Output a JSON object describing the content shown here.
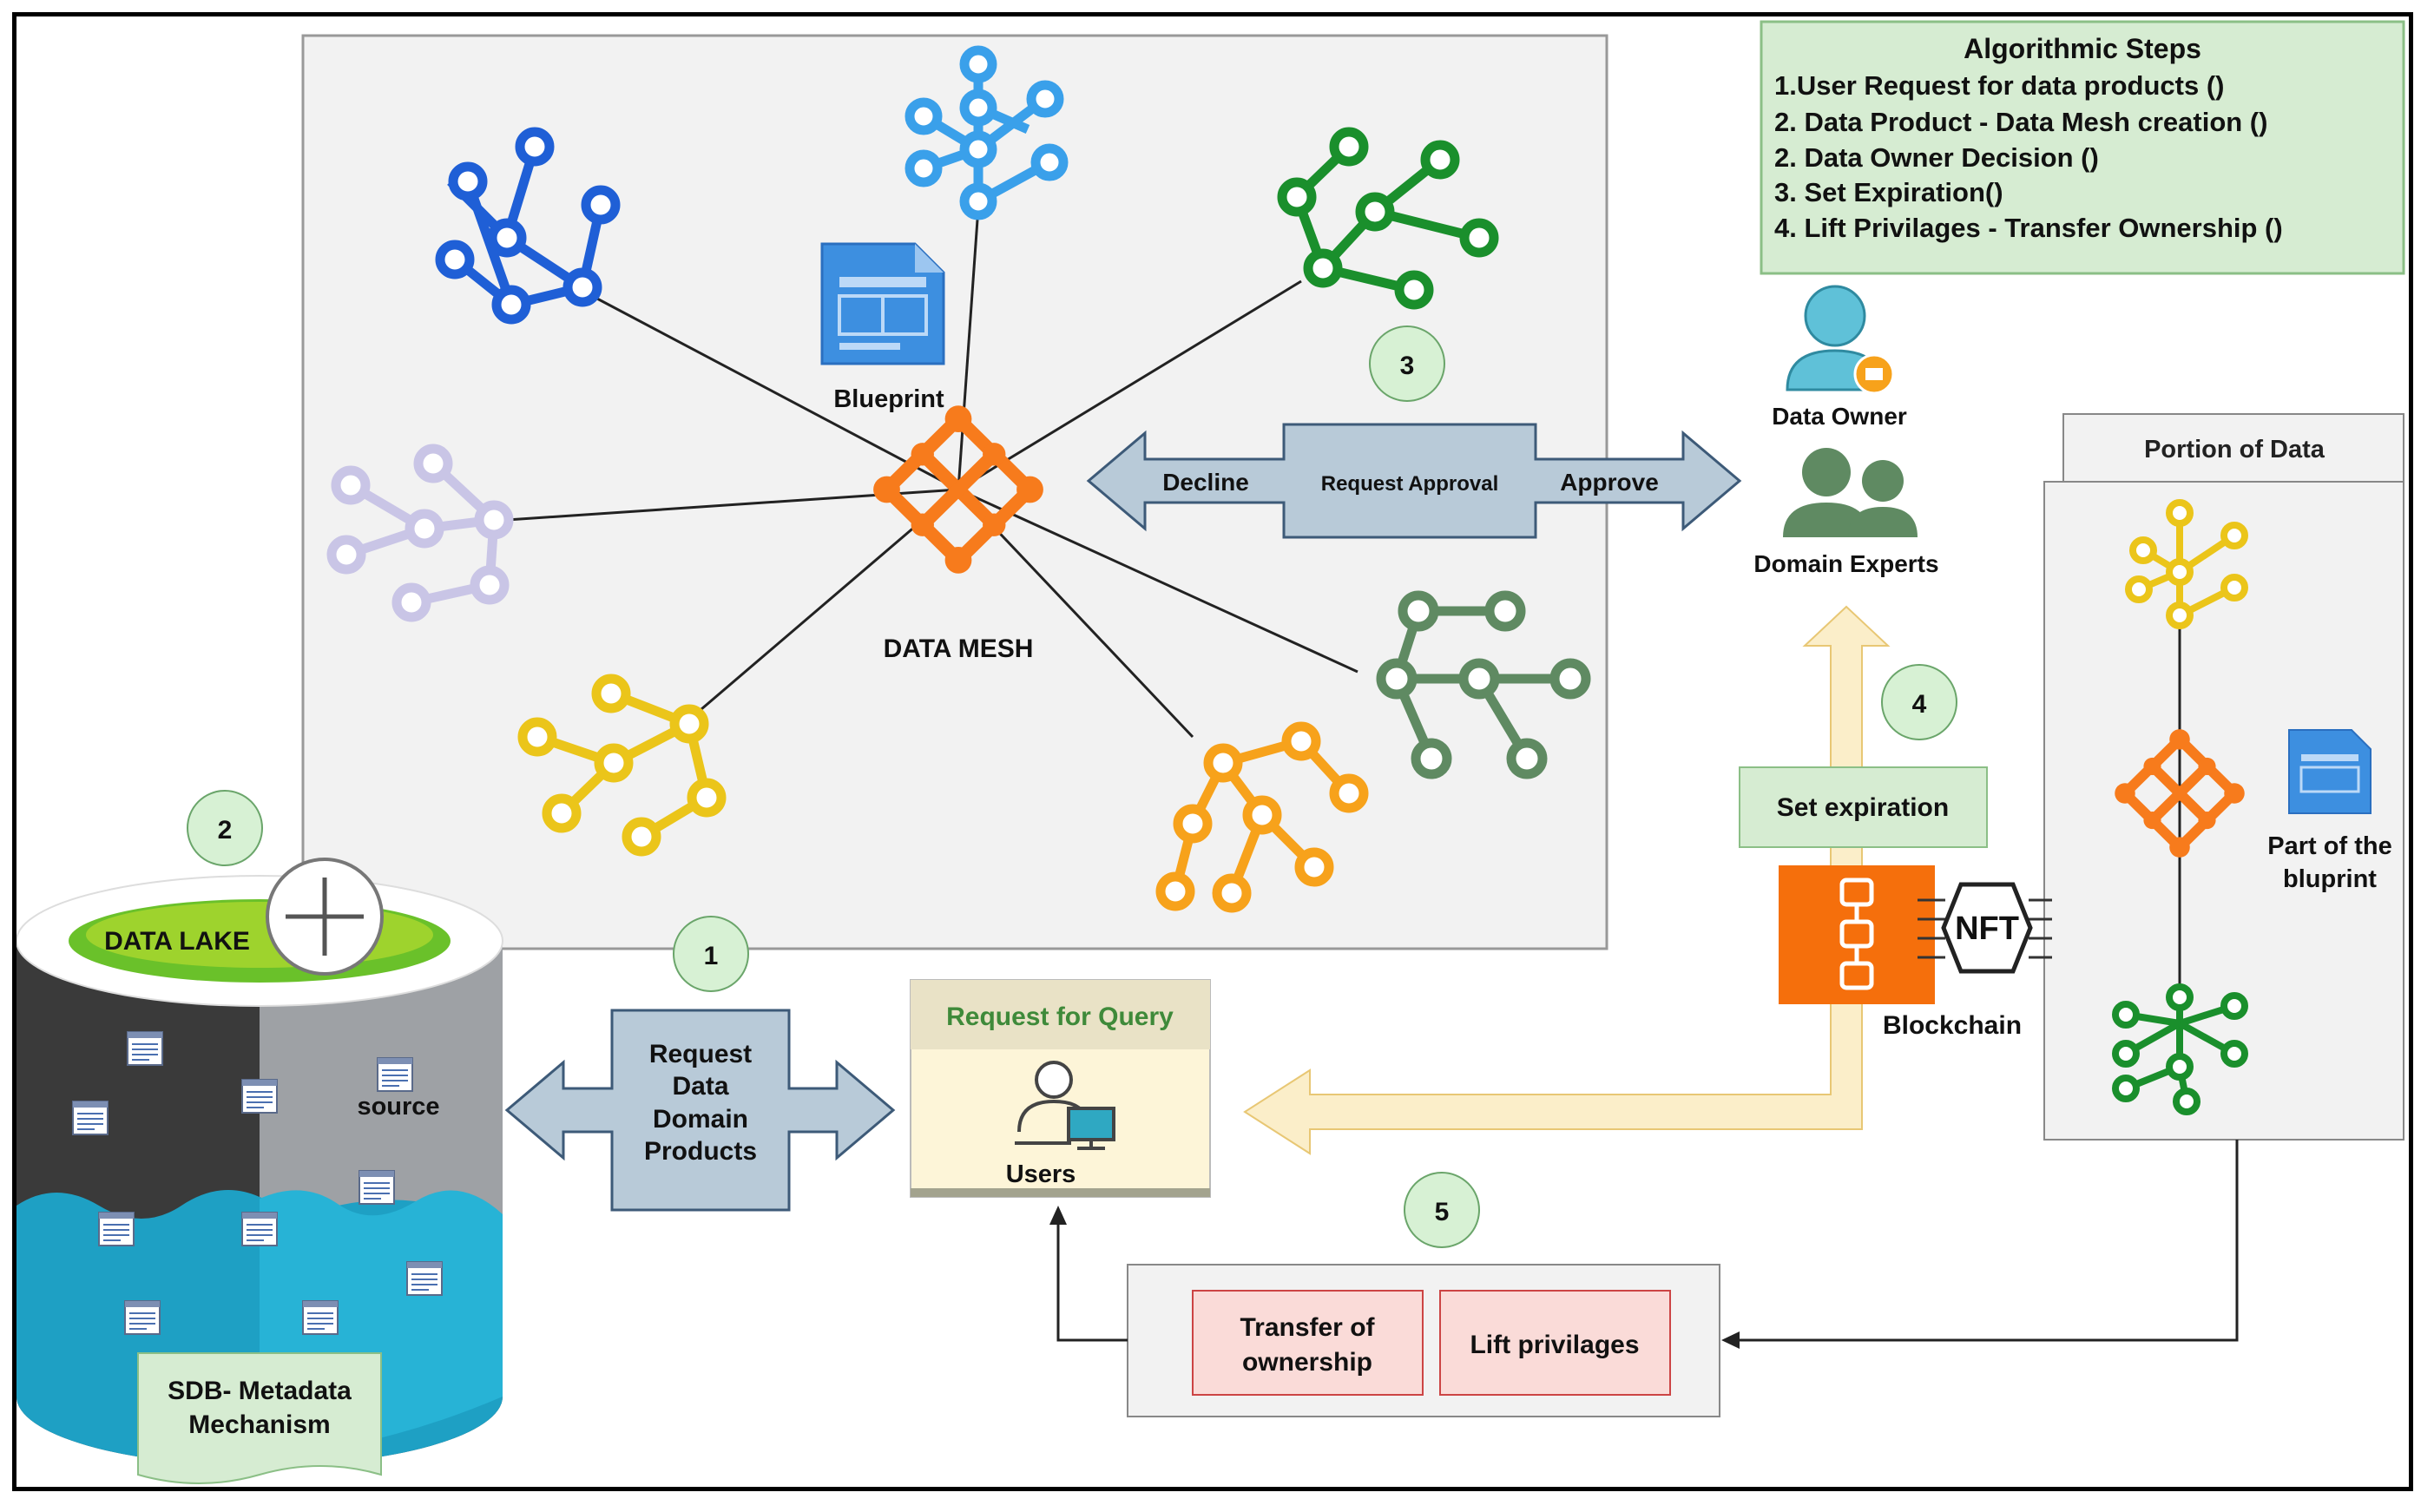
{
  "steps": {
    "title": "Algorithmic Steps",
    "items": [
      "1.User Request for data products ()",
      "2. Data Product - Data Mesh creation ()",
      "2. Data Owner Decision ()",
      "3. Set Expiration()",
      "4. Lift Privilages - Transfer Ownership ()"
    ]
  },
  "mesh": {
    "label": "DATA MESH",
    "blueprint_label": "Blueprint"
  },
  "approval": {
    "decline": "Decline",
    "center": "Request Approval",
    "approve": "Approve"
  },
  "actors": {
    "owner": "Data Owner",
    "experts": "Domain Experts",
    "users": "Users"
  },
  "portion": {
    "tab": "Portion of Data",
    "part_label_line1": "Part of  the",
    "part_label_line2": "bluprint"
  },
  "expiration": "Set expiration",
  "blockchain": {
    "label": "Blockchain",
    "nft": "NFT"
  },
  "lake": {
    "label": "DATA LAKE",
    "source": "source",
    "doc_line1": "SDB- Metadata",
    "doc_line2": "Mechanism"
  },
  "request_box": {
    "line1": "Request",
    "line2": "Data",
    "line3": "Domain",
    "line4": "Products"
  },
  "query": {
    "title": "Request for Query"
  },
  "transfer": {
    "line1": "Transfer of",
    "line2": "ownership",
    "lift": "Lift privilages"
  },
  "badges": {
    "b1": "1",
    "b2": "2",
    "b3": "3",
    "b4": "4",
    "b5": "5"
  },
  "colors": {
    "navy": "#1f5fd6",
    "sky": "#3aa0ea",
    "green": "#1a8f2c",
    "lavender": "#c9c5e6",
    "yellow": "#ebc51a",
    "orange": "#f7a21b",
    "olive": "#5f8a62",
    "mesh_orange": "#f77b1c",
    "badge": "#d7f1d4",
    "steps_bg": "#d6ecd2"
  }
}
